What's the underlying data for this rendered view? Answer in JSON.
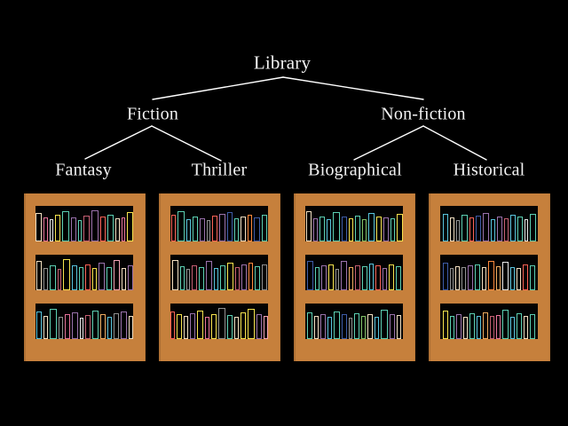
{
  "tree": {
    "root": {
      "label": "Library"
    },
    "children": [
      {
        "label": "Fiction",
        "children": [
          {
            "label": "Fantasy"
          },
          {
            "label": "Thriller"
          }
        ]
      },
      {
        "label": "Non-fiction",
        "children": [
          {
            "label": "Biographical"
          },
          {
            "label": "Historical"
          }
        ]
      }
    ]
  },
  "colors": {
    "background": "#000000",
    "wood": "#C6803C",
    "shelf_interior": "#030303",
    "edge_line": "#FFFFFF",
    "text": "#F2F2F2"
  },
  "palette": {
    "teal": "#5CD0B3",
    "green": "#83C167",
    "yellow": "#F7E34D",
    "gold": "#F0AC5F",
    "orange": "#FF8A3C",
    "red": "#FC6255",
    "maroon": "#C55F73",
    "pink": "#E8739B",
    "lightpink": "#F5A3B5",
    "purple": "#9A72AC",
    "blue": "#58C4DD",
    "navy": "#3E5CA8",
    "cream": "#F2DFC1",
    "white": "#E9E9E9",
    "gray": "#919191"
  },
  "bookcases": [
    {
      "category": "Fantasy",
      "shelves": [
        [
          [
            7,
            32,
            "cream"
          ],
          [
            5,
            27,
            "pink"
          ],
          [
            4,
            25,
            "white"
          ],
          [
            6,
            30,
            "yellow"
          ],
          [
            8,
            34,
            "teal"
          ],
          [
            6,
            27,
            "purple"
          ],
          [
            4,
            24,
            "teal"
          ],
          [
            7,
            29,
            "maroon"
          ],
          [
            8,
            35,
            "purple"
          ],
          [
            6,
            28,
            "red"
          ],
          [
            7,
            30,
            "teal"
          ],
          [
            5,
            26,
            "cream"
          ],
          [
            4,
            27,
            "pink"
          ],
          [
            7,
            33,
            "yellow"
          ]
        ],
        [
          [
            6,
            33,
            "cream"
          ],
          [
            5,
            25,
            "gray"
          ],
          [
            7,
            28,
            "teal"
          ],
          [
            4,
            24,
            "maroon"
          ],
          [
            8,
            35,
            "yellow"
          ],
          [
            6,
            28,
            "blue"
          ],
          [
            5,
            26,
            "teal"
          ],
          [
            6,
            29,
            "red"
          ],
          [
            5,
            25,
            "yellow"
          ],
          [
            7,
            31,
            "purple"
          ],
          [
            6,
            26,
            "teal"
          ],
          [
            7,
            34,
            "lightpink"
          ],
          [
            5,
            25,
            "cream"
          ],
          [
            6,
            28,
            "purple"
          ]
        ],
        [
          [
            6,
            31,
            "blue"
          ],
          [
            5,
            26,
            "cream"
          ],
          [
            8,
            34,
            "teal"
          ],
          [
            5,
            25,
            "gray"
          ],
          [
            6,
            28,
            "pink"
          ],
          [
            7,
            30,
            "purple"
          ],
          [
            4,
            24,
            "white"
          ],
          [
            6,
            27,
            "maroon"
          ],
          [
            7,
            32,
            "teal"
          ],
          [
            6,
            28,
            "gold"
          ],
          [
            5,
            25,
            "blue"
          ],
          [
            6,
            29,
            "gray"
          ],
          [
            7,
            31,
            "purple"
          ],
          [
            5,
            26,
            "cream"
          ]
        ]
      ]
    },
    {
      "category": "Thriller",
      "shelves": [
        [
          [
            5,
            30,
            "red"
          ],
          [
            8,
            34,
            "teal"
          ],
          [
            5,
            25,
            "blue"
          ],
          [
            6,
            28,
            "teal"
          ],
          [
            6,
            26,
            "purple"
          ],
          [
            4,
            24,
            "gray"
          ],
          [
            6,
            29,
            "red"
          ],
          [
            7,
            31,
            "purple"
          ],
          [
            6,
            33,
            "navy"
          ],
          [
            5,
            26,
            "teal"
          ],
          [
            6,
            28,
            "cream"
          ],
          [
            5,
            30,
            "orange"
          ],
          [
            7,
            27,
            "navy"
          ],
          [
            6,
            30,
            "teal"
          ]
        ],
        [
          [
            7,
            34,
            "cream"
          ],
          [
            5,
            27,
            "teal"
          ],
          [
            4,
            24,
            "gray"
          ],
          [
            6,
            28,
            "maroon"
          ],
          [
            6,
            26,
            "teal"
          ],
          [
            7,
            33,
            "purple"
          ],
          [
            5,
            25,
            "blue"
          ],
          [
            6,
            28,
            "teal"
          ],
          [
            7,
            31,
            "yellow"
          ],
          [
            5,
            26,
            "maroon"
          ],
          [
            6,
            29,
            "purple"
          ],
          [
            5,
            31,
            "orange"
          ],
          [
            6,
            27,
            "teal"
          ],
          [
            6,
            29,
            "gray"
          ]
        ],
        [
          [
            5,
            31,
            "red"
          ],
          [
            6,
            28,
            "yellow"
          ],
          [
            5,
            26,
            "cream"
          ],
          [
            6,
            29,
            "purple"
          ],
          [
            7,
            32,
            "yellow"
          ],
          [
            5,
            25,
            "pink"
          ],
          [
            6,
            28,
            "yellow"
          ],
          [
            8,
            35,
            "gray"
          ],
          [
            6,
            27,
            "teal"
          ],
          [
            5,
            25,
            "cream"
          ],
          [
            6,
            30,
            "yellow"
          ],
          [
            8,
            34,
            "yellow"
          ],
          [
            6,
            28,
            "purple"
          ],
          [
            5,
            26,
            "lightpink"
          ]
        ]
      ]
    },
    {
      "category": "Biographical",
      "shelves": [
        [
          [
            6,
            34,
            "cream"
          ],
          [
            5,
            26,
            "purple"
          ],
          [
            6,
            28,
            "teal"
          ],
          [
            5,
            25,
            "blue"
          ],
          [
            8,
            33,
            "teal"
          ],
          [
            6,
            28,
            "navy"
          ],
          [
            5,
            26,
            "yellow"
          ],
          [
            6,
            29,
            "teal"
          ],
          [
            5,
            25,
            "green"
          ],
          [
            7,
            32,
            "blue"
          ],
          [
            6,
            28,
            "yellow"
          ],
          [
            6,
            27,
            "purple"
          ],
          [
            5,
            26,
            "teal"
          ],
          [
            7,
            31,
            "yellow"
          ]
        ],
        [
          [
            7,
            33,
            "navy"
          ],
          [
            5,
            26,
            "teal"
          ],
          [
            6,
            28,
            "purple"
          ],
          [
            6,
            29,
            "yellow"
          ],
          [
            4,
            24,
            "gray"
          ],
          [
            7,
            33,
            "purple"
          ],
          [
            5,
            26,
            "gold"
          ],
          [
            6,
            28,
            "maroon"
          ],
          [
            6,
            27,
            "teal"
          ],
          [
            5,
            30,
            "blue"
          ],
          [
            6,
            28,
            "red"
          ],
          [
            5,
            25,
            "purple"
          ],
          [
            6,
            29,
            "yellow"
          ],
          [
            6,
            27,
            "teal"
          ]
        ],
        [
          [
            6,
            30,
            "teal"
          ],
          [
            5,
            26,
            "cream"
          ],
          [
            6,
            28,
            "purple"
          ],
          [
            5,
            25,
            "blue"
          ],
          [
            7,
            31,
            "teal"
          ],
          [
            6,
            28,
            "navy"
          ],
          [
            4,
            24,
            "gray"
          ],
          [
            6,
            29,
            "teal"
          ],
          [
            5,
            26,
            "green"
          ],
          [
            6,
            28,
            "cream"
          ],
          [
            5,
            25,
            "blue"
          ],
          [
            8,
            33,
            "teal"
          ],
          [
            6,
            28,
            "purple"
          ],
          [
            5,
            27,
            "cream"
          ]
        ]
      ]
    },
    {
      "category": "Historical",
      "shelves": [
        [
          [
            6,
            31,
            "blue"
          ],
          [
            5,
            27,
            "cream"
          ],
          [
            4,
            24,
            "gray"
          ],
          [
            7,
            30,
            "teal"
          ],
          [
            5,
            27,
            "red"
          ],
          [
            6,
            29,
            "navy"
          ],
          [
            7,
            32,
            "purple"
          ],
          [
            5,
            25,
            "blue"
          ],
          [
            6,
            28,
            "purple"
          ],
          [
            5,
            26,
            "maroon"
          ],
          [
            6,
            30,
            "blue"
          ],
          [
            6,
            28,
            "teal"
          ],
          [
            4,
            25,
            "white"
          ],
          [
            7,
            31,
            "teal"
          ]
        ],
        [
          [
            6,
            31,
            "navy"
          ],
          [
            4,
            25,
            "gray"
          ],
          [
            5,
            27,
            "cream"
          ],
          [
            5,
            26,
            "gray"
          ],
          [
            6,
            28,
            "purple"
          ],
          [
            6,
            29,
            "teal"
          ],
          [
            5,
            26,
            "cream"
          ],
          [
            7,
            33,
            "orange"
          ],
          [
            5,
            27,
            "gold"
          ],
          [
            7,
            32,
            "white"
          ],
          [
            5,
            26,
            "blue"
          ],
          [
            5,
            25,
            "cream"
          ],
          [
            6,
            29,
            "red"
          ],
          [
            6,
            28,
            "teal"
          ]
        ],
        [
          [
            6,
            32,
            "yellow"
          ],
          [
            5,
            26,
            "teal"
          ],
          [
            6,
            28,
            "purple"
          ],
          [
            5,
            25,
            "cream"
          ],
          [
            6,
            29,
            "teal"
          ],
          [
            5,
            26,
            "blue"
          ],
          [
            6,
            30,
            "gold"
          ],
          [
            5,
            26,
            "maroon"
          ],
          [
            5,
            27,
            "pink"
          ],
          [
            7,
            33,
            "teal"
          ],
          [
            5,
            25,
            "blue"
          ],
          [
            6,
            29,
            "teal"
          ],
          [
            5,
            26,
            "cream"
          ],
          [
            6,
            28,
            "teal"
          ]
        ]
      ]
    }
  ]
}
